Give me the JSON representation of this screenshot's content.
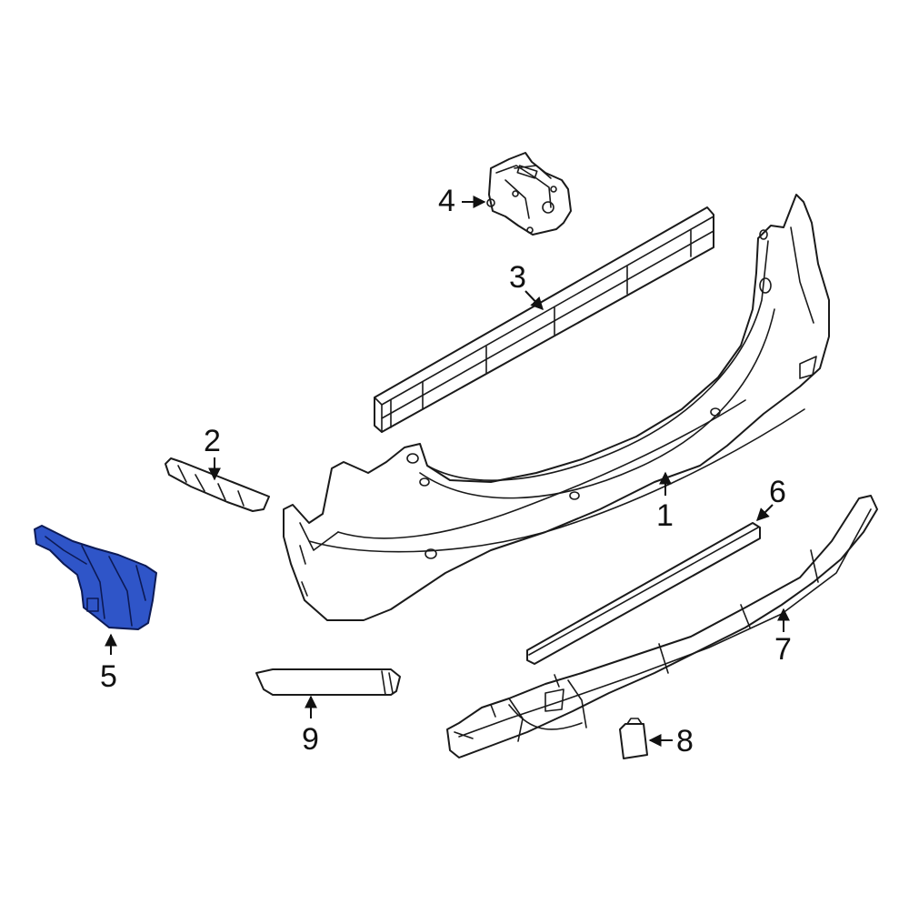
{
  "diagram": {
    "highlight_color": "#2f55c8",
    "line_color": "#1a1a1a",
    "callouts": [
      {
        "id": "1",
        "label": "1",
        "part": "bumper-cover"
      },
      {
        "id": "2",
        "label": "2",
        "part": "side-bracket-strip"
      },
      {
        "id": "3",
        "label": "3",
        "part": "impact-bar"
      },
      {
        "id": "4",
        "label": "4",
        "part": "mount-bracket"
      },
      {
        "id": "5",
        "label": "5",
        "part": "side-support-bracket",
        "highlighted": true
      },
      {
        "id": "6",
        "label": "6",
        "part": "trim-molding"
      },
      {
        "id": "7",
        "label": "7",
        "part": "lower-valance"
      },
      {
        "id": "8",
        "label": "8",
        "part": "tow-hook-cover"
      },
      {
        "id": "9",
        "label": "9",
        "part": "reflector-strip"
      }
    ]
  }
}
